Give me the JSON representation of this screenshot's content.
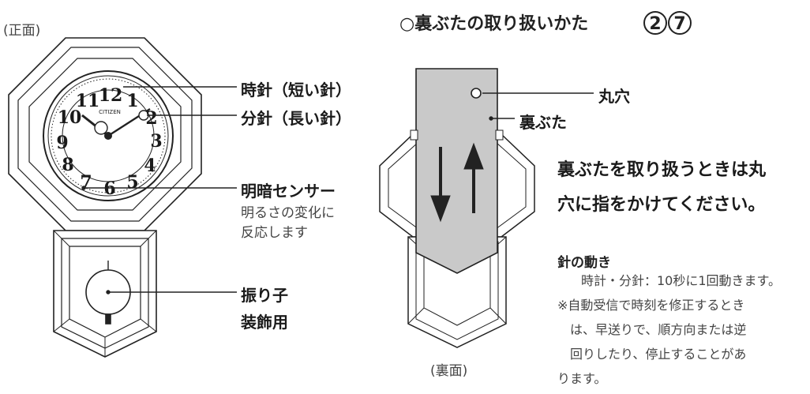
{
  "front_caption": "(正面)",
  "back_caption": "(裏面)",
  "section_title": "○裏ぶたの取り扱いかた",
  "section_refs": [
    "2",
    "7"
  ],
  "clock": {
    "brand": "CITIZEN",
    "numerals": [
      "12",
      "1",
      "2",
      "3",
      "4",
      "5",
      "6",
      "7",
      "8",
      "9",
      "10",
      "11"
    ]
  },
  "front_labels": {
    "hour_hand": "時針（短い針）",
    "minute_hand": "分針（長い針）",
    "sensor": "明暗センサー",
    "sensor_desc_1": "明るさの変化に",
    "sensor_desc_2": "反応します",
    "pendulum": "振り子",
    "decoration": "装飾用"
  },
  "back_labels": {
    "hole": "丸穴",
    "back_cover": "裏ぶた"
  },
  "instruction_1": "裏ぶたを取り扱うときは丸",
  "instruction_2": "穴に指をかけてください。",
  "hand_motion": {
    "title": "針の動き",
    "line1": "時計・分針：10秒に1回動きます。",
    "line2": "※自動受信で時刻を修正するとき",
    "line3": "は、早送りで、順方向または逆",
    "line4": "回りしたり、停止することがあ",
    "line5": "ります。"
  }
}
